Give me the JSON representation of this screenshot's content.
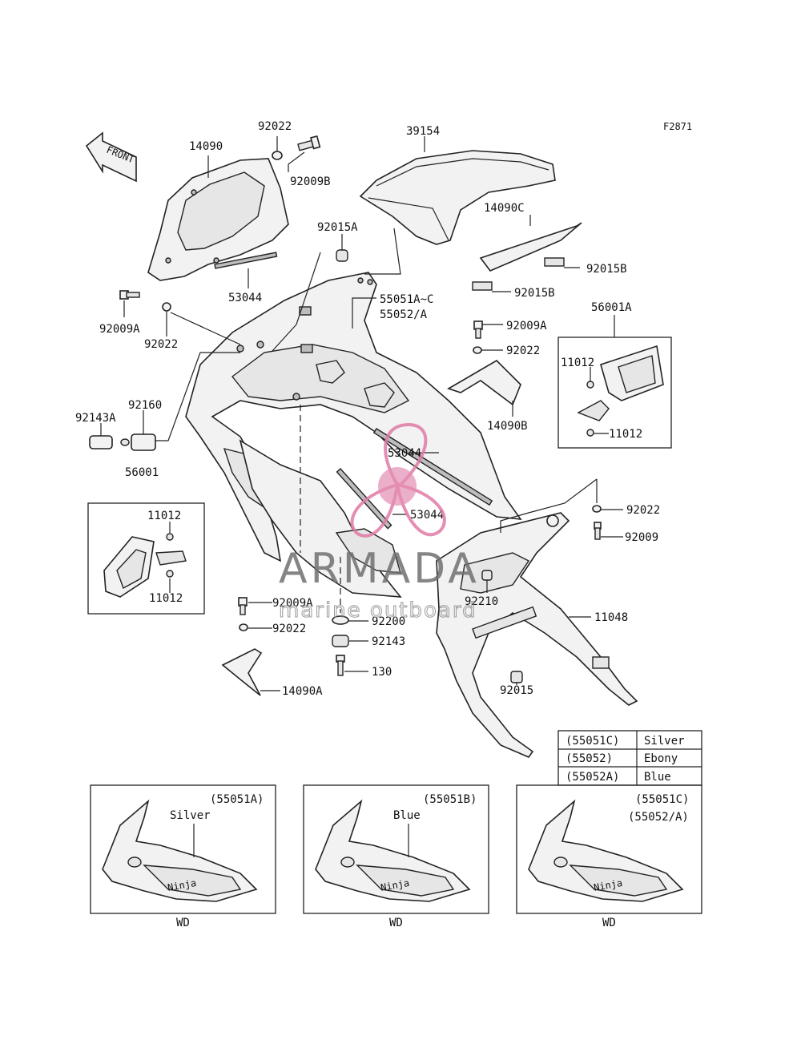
{
  "figure_code": "F2871",
  "front_arrow_label": "FRONT",
  "watermark": {
    "brand": "ARMADA",
    "sub": "marine outboard",
    "color": "#e07ba6"
  },
  "callouts": [
    {
      "id": "l-14090",
      "text": "14090"
    },
    {
      "id": "l-92022-top",
      "text": "92022"
    },
    {
      "id": "l-92009B",
      "text": "92009B"
    },
    {
      "id": "l-39154",
      "text": "39154"
    },
    {
      "id": "l-92015A",
      "text": "92015A"
    },
    {
      "id": "l-53044-top",
      "text": "53044"
    },
    {
      "id": "l-14090C",
      "text": "14090C"
    },
    {
      "id": "l-92015B-1",
      "text": "92015B"
    },
    {
      "id": "l-92015B-2",
      "text": "92015B"
    },
    {
      "id": "l-92009A-left",
      "text": "92009A"
    },
    {
      "id": "l-92022-left",
      "text": "92022"
    },
    {
      "id": "l-55051",
      "text": "55051A~C"
    },
    {
      "id": "l-55052",
      "text": "55052/A"
    },
    {
      "id": "l-92009A-mid",
      "text": "92009A"
    },
    {
      "id": "l-92022-mid",
      "text": "92022"
    },
    {
      "id": "l-56001A",
      "text": "56001A"
    },
    {
      "id": "l-11012-r1",
      "text": "11012"
    },
    {
      "id": "l-11012-r2",
      "text": "11012"
    },
    {
      "id": "l-14090B",
      "text": "14090B"
    },
    {
      "id": "l-92143A",
      "text": "92143A"
    },
    {
      "id": "l-92160",
      "text": "92160"
    },
    {
      "id": "l-56001",
      "text": "56001"
    },
    {
      "id": "l-53044-mid",
      "text": "53044"
    },
    {
      "id": "l-53044-low",
      "text": "53044"
    },
    {
      "id": "l-11012-l1",
      "text": "11012"
    },
    {
      "id": "l-11012-l2",
      "text": "11012"
    },
    {
      "id": "l-92022-right",
      "text": "92022"
    },
    {
      "id": "l-92009",
      "text": "92009"
    },
    {
      "id": "l-92210",
      "text": "92210"
    },
    {
      "id": "l-11048",
      "text": "11048"
    },
    {
      "id": "l-92009A-low",
      "text": "92009A"
    },
    {
      "id": "l-92200",
      "text": "92200"
    },
    {
      "id": "l-92022-low",
      "text": "92022"
    },
    {
      "id": "l-92143",
      "text": "92143"
    },
    {
      "id": "l-130",
      "text": "130"
    },
    {
      "id": "l-14090A",
      "text": "14090A"
    },
    {
      "id": "l-92015",
      "text": "92015"
    }
  ],
  "color_table": [
    {
      "code": "(55051C)",
      "color": "Silver"
    },
    {
      "code": "(55052)",
      "color": "Ebony"
    },
    {
      "code": "(55052A)",
      "color": "Blue"
    }
  ],
  "variants": [
    {
      "code": "(55051A)",
      "code2": "",
      "color": "Silver",
      "model": "WD"
    },
    {
      "code": "(55051B)",
      "code2": "",
      "color": "Blue",
      "model": "WD"
    },
    {
      "code": "(55051C)",
      "code2": "(55052/A)",
      "color": "",
      "model": "WD"
    }
  ],
  "ninja_script": "Ninja"
}
